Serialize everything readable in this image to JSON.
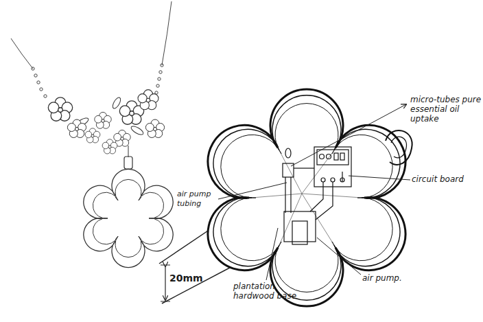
{
  "diagram": {
    "labels": [
      "micro-tubes pure essential oil uptake",
      "circuit board",
      "air pump tubing",
      "20mm",
      "air pump.",
      "plantation hardwood base"
    ]
  }
}
